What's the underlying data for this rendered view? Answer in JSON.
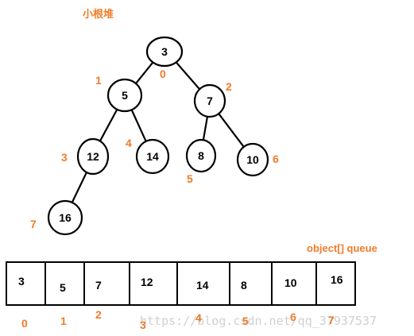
{
  "title": "小根堆",
  "accent_color": "#f07c2a",
  "heap": {
    "nodes": [
      {
        "index": "0",
        "value": "3"
      },
      {
        "index": "1",
        "value": "5"
      },
      {
        "index": "2",
        "value": "7"
      },
      {
        "index": "3",
        "value": "12"
      },
      {
        "index": "4",
        "value": "14"
      },
      {
        "index": "5",
        "value": "8"
      },
      {
        "index": "6",
        "value": "10"
      },
      {
        "index": "7",
        "value": "16"
      }
    ],
    "edges": [
      [
        "0",
        "1"
      ],
      [
        "0",
        "2"
      ],
      [
        "1",
        "3"
      ],
      [
        "1",
        "4"
      ],
      [
        "2",
        "5"
      ],
      [
        "2",
        "6"
      ],
      [
        "3",
        "7"
      ]
    ]
  },
  "array": {
    "label": "object[] queue",
    "cells": [
      "3",
      "5",
      "7",
      "12",
      "14",
      "8",
      "10",
      "16"
    ],
    "indices": [
      "0",
      "1",
      "2",
      "3",
      "4",
      "5",
      "6",
      "7"
    ]
  },
  "watermark": "https://blog.csdn.net/qq_37937537"
}
